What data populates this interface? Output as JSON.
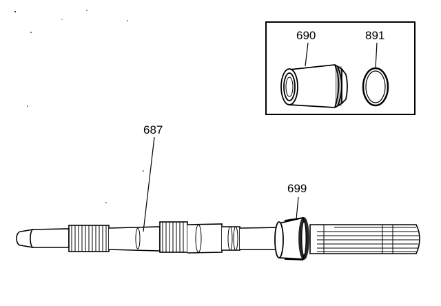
{
  "parts": {
    "shaft": {
      "callout": "687"
    },
    "bearing_ring": {
      "callout": "699"
    },
    "bushing": {
      "callout": "690"
    },
    "seal_ring": {
      "callout": "891"
    }
  },
  "colors": {
    "ink": "#000000",
    "paper": "#ffffff"
  }
}
